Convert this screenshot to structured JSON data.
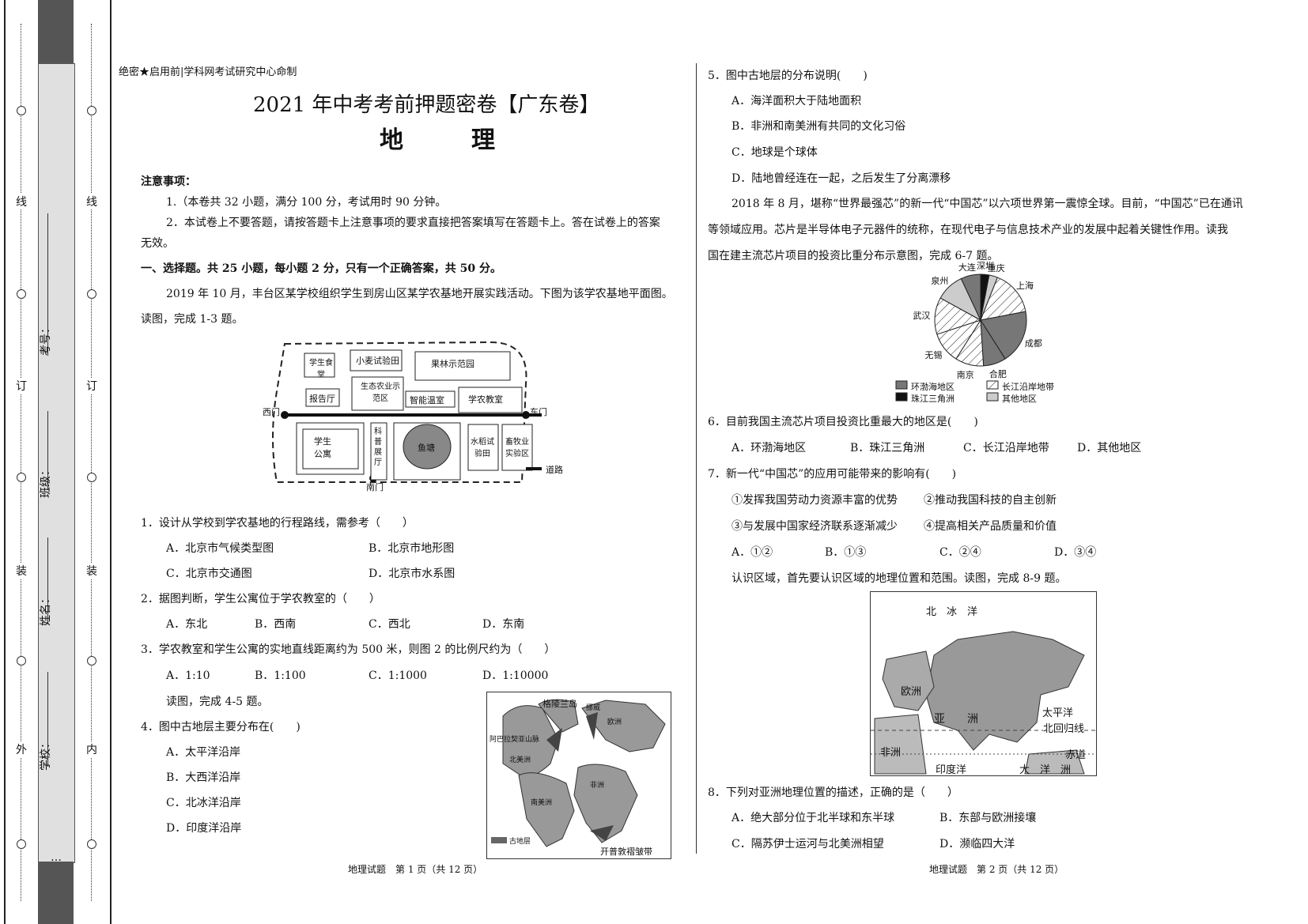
{
  "binding": {
    "outer_chars": [
      "线",
      "订",
      "装",
      "外"
    ],
    "inner_chars": [
      "线",
      "订",
      "装",
      "内"
    ],
    "fields": [
      "考号：",
      "班级：",
      "姓名：",
      "学校："
    ],
    "dots": "…"
  },
  "header": {
    "secret": "绝密★启用前|学科网考试研究中心命制",
    "title": "2021 年中考考前押题密卷【广东卷】",
    "subject": "地　理"
  },
  "notes": {
    "heading": "注意事项：",
    "items": [
      "1.（本卷共 32 小题，满分 100 分，考试用时 90 分钟。",
      "2．本试卷上不要答题，请按答题卡上注意事项的要求直接把答案填写在答题卡上。答在试卷上的答案",
      "无效。"
    ]
  },
  "section1": "一、选择题。共 25 小题，每小题 2 分，只有一个正确答案，共 50 分。",
  "intro1": {
    "line1": "2019 年 10 月，丰台区某学校组织学生到房山区某学农基地开展实践活动。下图为该学农基地平面图。",
    "line2": "读图，完成 1-3 题。"
  },
  "base_map": {
    "west_gate": "西门",
    "east_gate": "东门",
    "south_gate": "南门",
    "road": "道路",
    "canteen": "学生食堂",
    "wheat": "小麦试验田",
    "orchard": "果林示范园",
    "eco": "生态农业示范区",
    "report": "报告厅",
    "greenhouse": "智能温室",
    "classroom": "学农教室",
    "dorm": "学生公寓",
    "science": "科普展厅",
    "pond": "鱼塘",
    "rice": "水稻试验田",
    "livestock": "畜牧业实验区"
  },
  "q1": {
    "stem": "1．设计从学校到学农基地的行程路线，需参考（　　）",
    "a": "A．北京市气候类型图",
    "b": "B．北京市地形图",
    "c": "C．北京市交通图",
    "d": "D．北京市水系图"
  },
  "q2": {
    "stem": "2．据图判断，学生公寓位于学农教室的（　　）",
    "a": "A．东北",
    "b": "B．西南",
    "c": "C．西北",
    "d": "D．东南"
  },
  "q3": {
    "stem": "3．学农教室和学生公寓的实地直线距离约为 500 米，则图 2 的比例尺约为（　　）",
    "a": "A．1:10",
    "b": "B．1:100",
    "c": "C．1:1000",
    "d": "D．1:10000"
  },
  "intro4": "读图，完成 4-5 题。",
  "q4": {
    "stem": "4．图中古地层主要分布在(　　)",
    "a": "A．太平洋沿岸",
    "b": "B．大西洋沿岸",
    "c": "C．北冰洋沿岸",
    "d": "D．印度洋沿岸"
  },
  "ancient_map": {
    "greenland": "格陵兰岛",
    "norway": "挪威",
    "europe": "欧洲",
    "appalachian": "阿巴拉契亚山脉",
    "north_america": "北美洲",
    "africa": "非洲",
    "south_america": "南美洲",
    "legend": "古地层",
    "cape_fold": "开普敦褶皱带"
  },
  "footer_left": "地理试题　第 1 页（共 12 页）",
  "q5": {
    "stem": "5．图中古地层的分布说明(　　)",
    "a": "A．海洋面积大于陆地面积",
    "b": "B．非洲和南美洲有共同的文化习俗",
    "c": "C．地球是个球体",
    "d": "D．陆地曾经连在一起，之后发生了分离漂移"
  },
  "intro6": {
    "line1": "2018 年 8 月，堪称“世界最强芯”的新一代“中国芯”以六项世界第一震惊全球。目前，“中国芯”已在通讯",
    "line2": "等领域应用。芯片是半导体电子元器件的统称，在现代电子与信息技术产业的发展中起着关键性作用。读我",
    "line3": "国在建主流芯片项目的投资比重分布示意图，完成 6-7 题。"
  },
  "chart_data": {
    "type": "pie",
    "labels": [
      "深圳",
      "重庆",
      "上海",
      "成都",
      "合肥",
      "南京",
      "无锡",
      "武汉",
      "泉州",
      "大连"
    ],
    "groups": [
      "珠江三角洲",
      "其他地区",
      "长江沿岸地带",
      "环渤海地区",
      "环渤海地区",
      "长江沿岸地带",
      "长江沿岸地带",
      "长江沿岸地带",
      "其他地区",
      "环渤海地区"
    ],
    "values": [
      3,
      3,
      16,
      19,
      8,
      10,
      11,
      13,
      10,
      7
    ],
    "legend": [
      "环渤海地区",
      "长江沿岸地带",
      "珠江三角洲",
      "其他地区"
    ]
  },
  "q6": {
    "stem": "6．目前我国主流芯片项目投资比重最大的地区是(　　)",
    "a": "A．环渤海地区",
    "b": "B．珠江三角洲",
    "c": "C．长江沿岸地带",
    "d": "D．其他地区"
  },
  "q7": {
    "stem": "7．新一代“中国芯”的应用可能带来的影响有(　　)",
    "s1": "①发挥我国劳动力资源丰富的优势",
    "s2": "②推动我国科技的自主创新",
    "s3": "③与发展中国家经济联系逐渐减少",
    "s4": "④提高相关产品质量和价值",
    "a": "A．①②",
    "b": "B．①③",
    "c": "C．②④",
    "d": "D．③④"
  },
  "intro8": "认识区域，首先要认识区域的地理位置和范围。读图，完成 8-9 题。",
  "asia_map": {
    "arctic": "北　冰　洋",
    "europe": "欧洲",
    "asia": "亚　　洲",
    "pacific": "太平洋",
    "tropic": "北回归线",
    "africa": "非洲",
    "equator": "赤道",
    "indian": "印度洋",
    "oceania": "大　洋　洲"
  },
  "q8": {
    "stem": "8．下列对亚洲地理位置的描述，正确的是（　　）",
    "a": "A．绝大部分位于北半球和东半球",
    "b": "B．东部与欧洲接壤",
    "c": "C．隔苏伊士运河与北美洲相望",
    "d": "D．濒临四大洋"
  },
  "footer_right": "地理试题　第 2 页（共 12 页）"
}
